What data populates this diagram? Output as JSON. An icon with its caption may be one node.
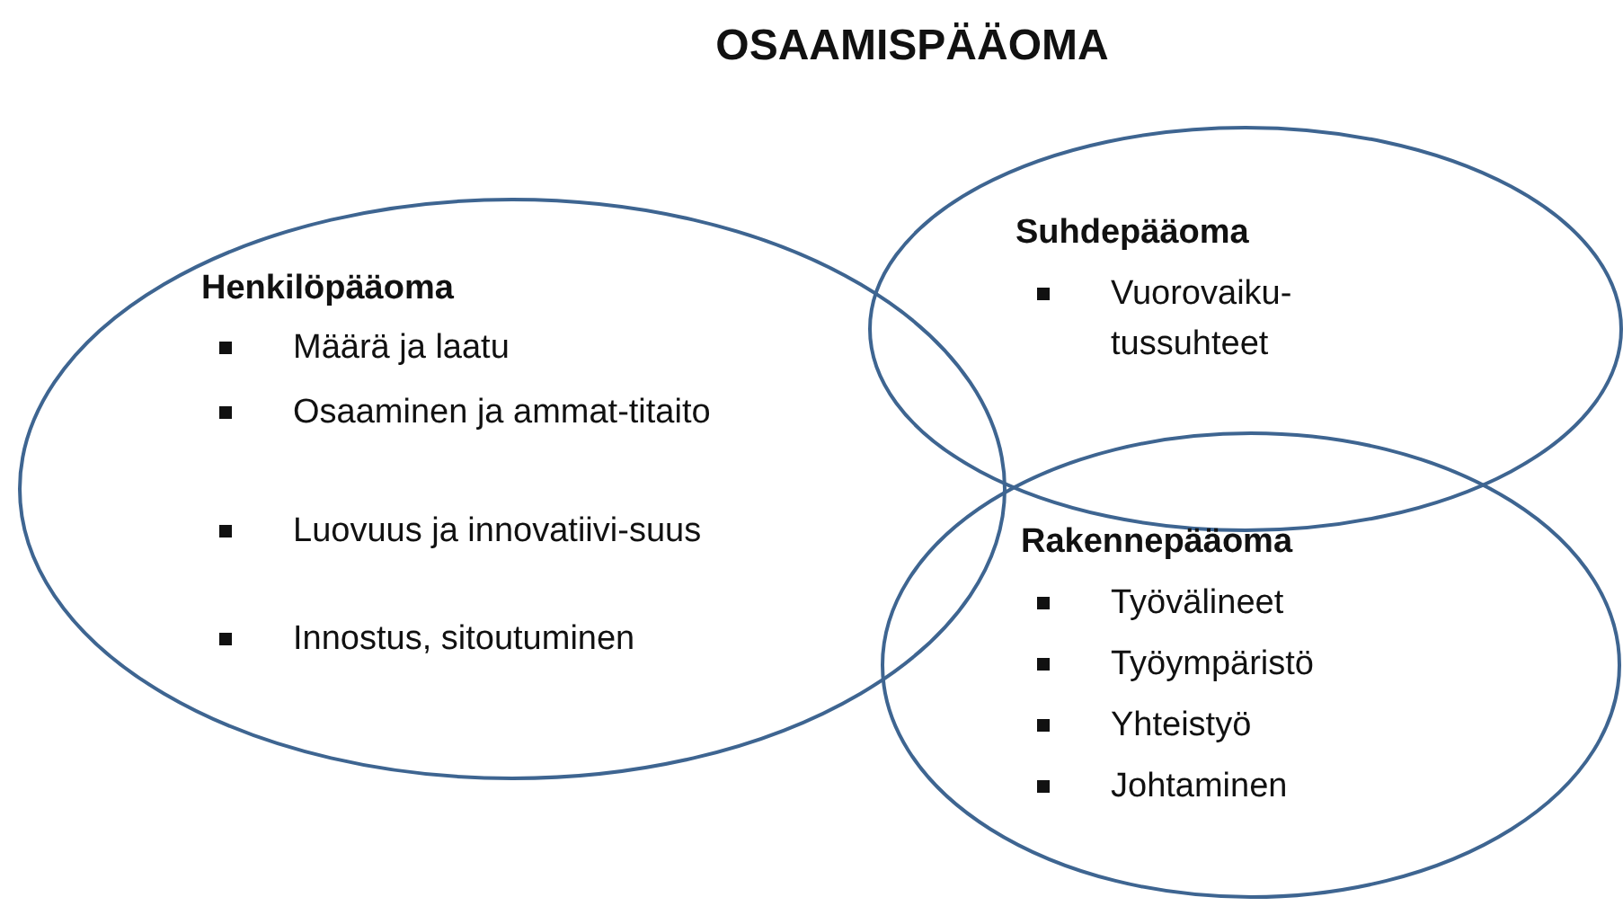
{
  "diagram": {
    "title": "OSAAMISPÄÄOMA",
    "nodes": [
      {
        "text": [
          "Henkilöpääoma",
          "Määrä ja laatu",
          "Osaaminen ja ammat-titaito",
          "Luovuus ja innovatiivi-suus",
          "Innostus, sitoutuminen"
        ]
      },
      {
        "text": [
          "Suhdepääoma",
          "Vuorovaiku-tussuhteet"
        ]
      },
      {
        "text": [
          "Rakennepääoma",
          "Työvälineet",
          "Työympäristö",
          "Yhteistyö",
          "Johtaminen"
        ]
      }
    ]
  }
}
